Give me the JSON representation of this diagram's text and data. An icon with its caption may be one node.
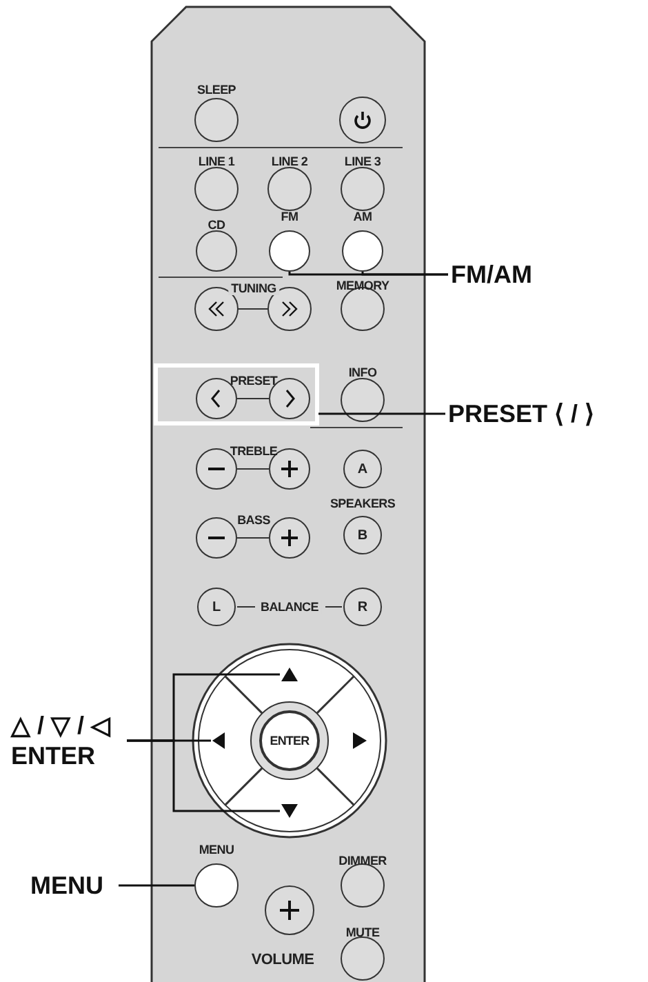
{
  "diagram": {
    "nodes": [
      {
        "text": [
          "FM/AM"
        ]
      },
      {
        "text": [],
        "shape": "circle",
        "beside": [
          "FM"
        ]
      },
      {
        "text": [],
        "shape": "circle",
        "beside": [
          "AM"
        ]
      },
      {
        "text": [
          "PRESET ⟨ / ⟩"
        ]
      },
      {
        "text": [],
        "shape": "box"
      },
      {
        "text": [
          "△ / ▽ / ◁ ENTER"
        ]
      },
      {
        "text": [],
        "shape": "triangle"
      },
      {
        "text": [],
        "shape": "triangle"
      },
      {
        "text": [],
        "shape": "triangle"
      },
      {
        "text": [
          "MENU"
        ]
      },
      {
        "text": [],
        "shape": "circle",
        "beside": [
          "MENU"
        ]
      }
    ],
    "edges": [
      {
        "from": 0,
        "to": 1,
        "arrow": "none"
      },
      {
        "from": 0,
        "to": 2,
        "arrow": "none"
      },
      {
        "from": 3,
        "to": 4,
        "arrow": "none"
      },
      {
        "from": 5,
        "to": 6,
        "arrow": "none"
      },
      {
        "from": 5,
        "to": 7,
        "arrow": "none"
      },
      {
        "from": 5,
        "to": 8,
        "arrow": "none"
      },
      {
        "from": 9,
        "to": 10,
        "arrow": "none"
      }
    ],
    "labels": [
      "SLEEP",
      "LINE 1",
      "LINE 2",
      "LINE 3",
      "CD",
      "TUNING",
      "MEMORY",
      "PRESET",
      "INFO",
      "TREBLE",
      "A",
      "SPEAKERS",
      "BASS",
      "B",
      "L",
      "BALANCE",
      "R",
      "ENTER",
      "DIMMER",
      "MUTE",
      "VOLUME"
    ]
  }
}
